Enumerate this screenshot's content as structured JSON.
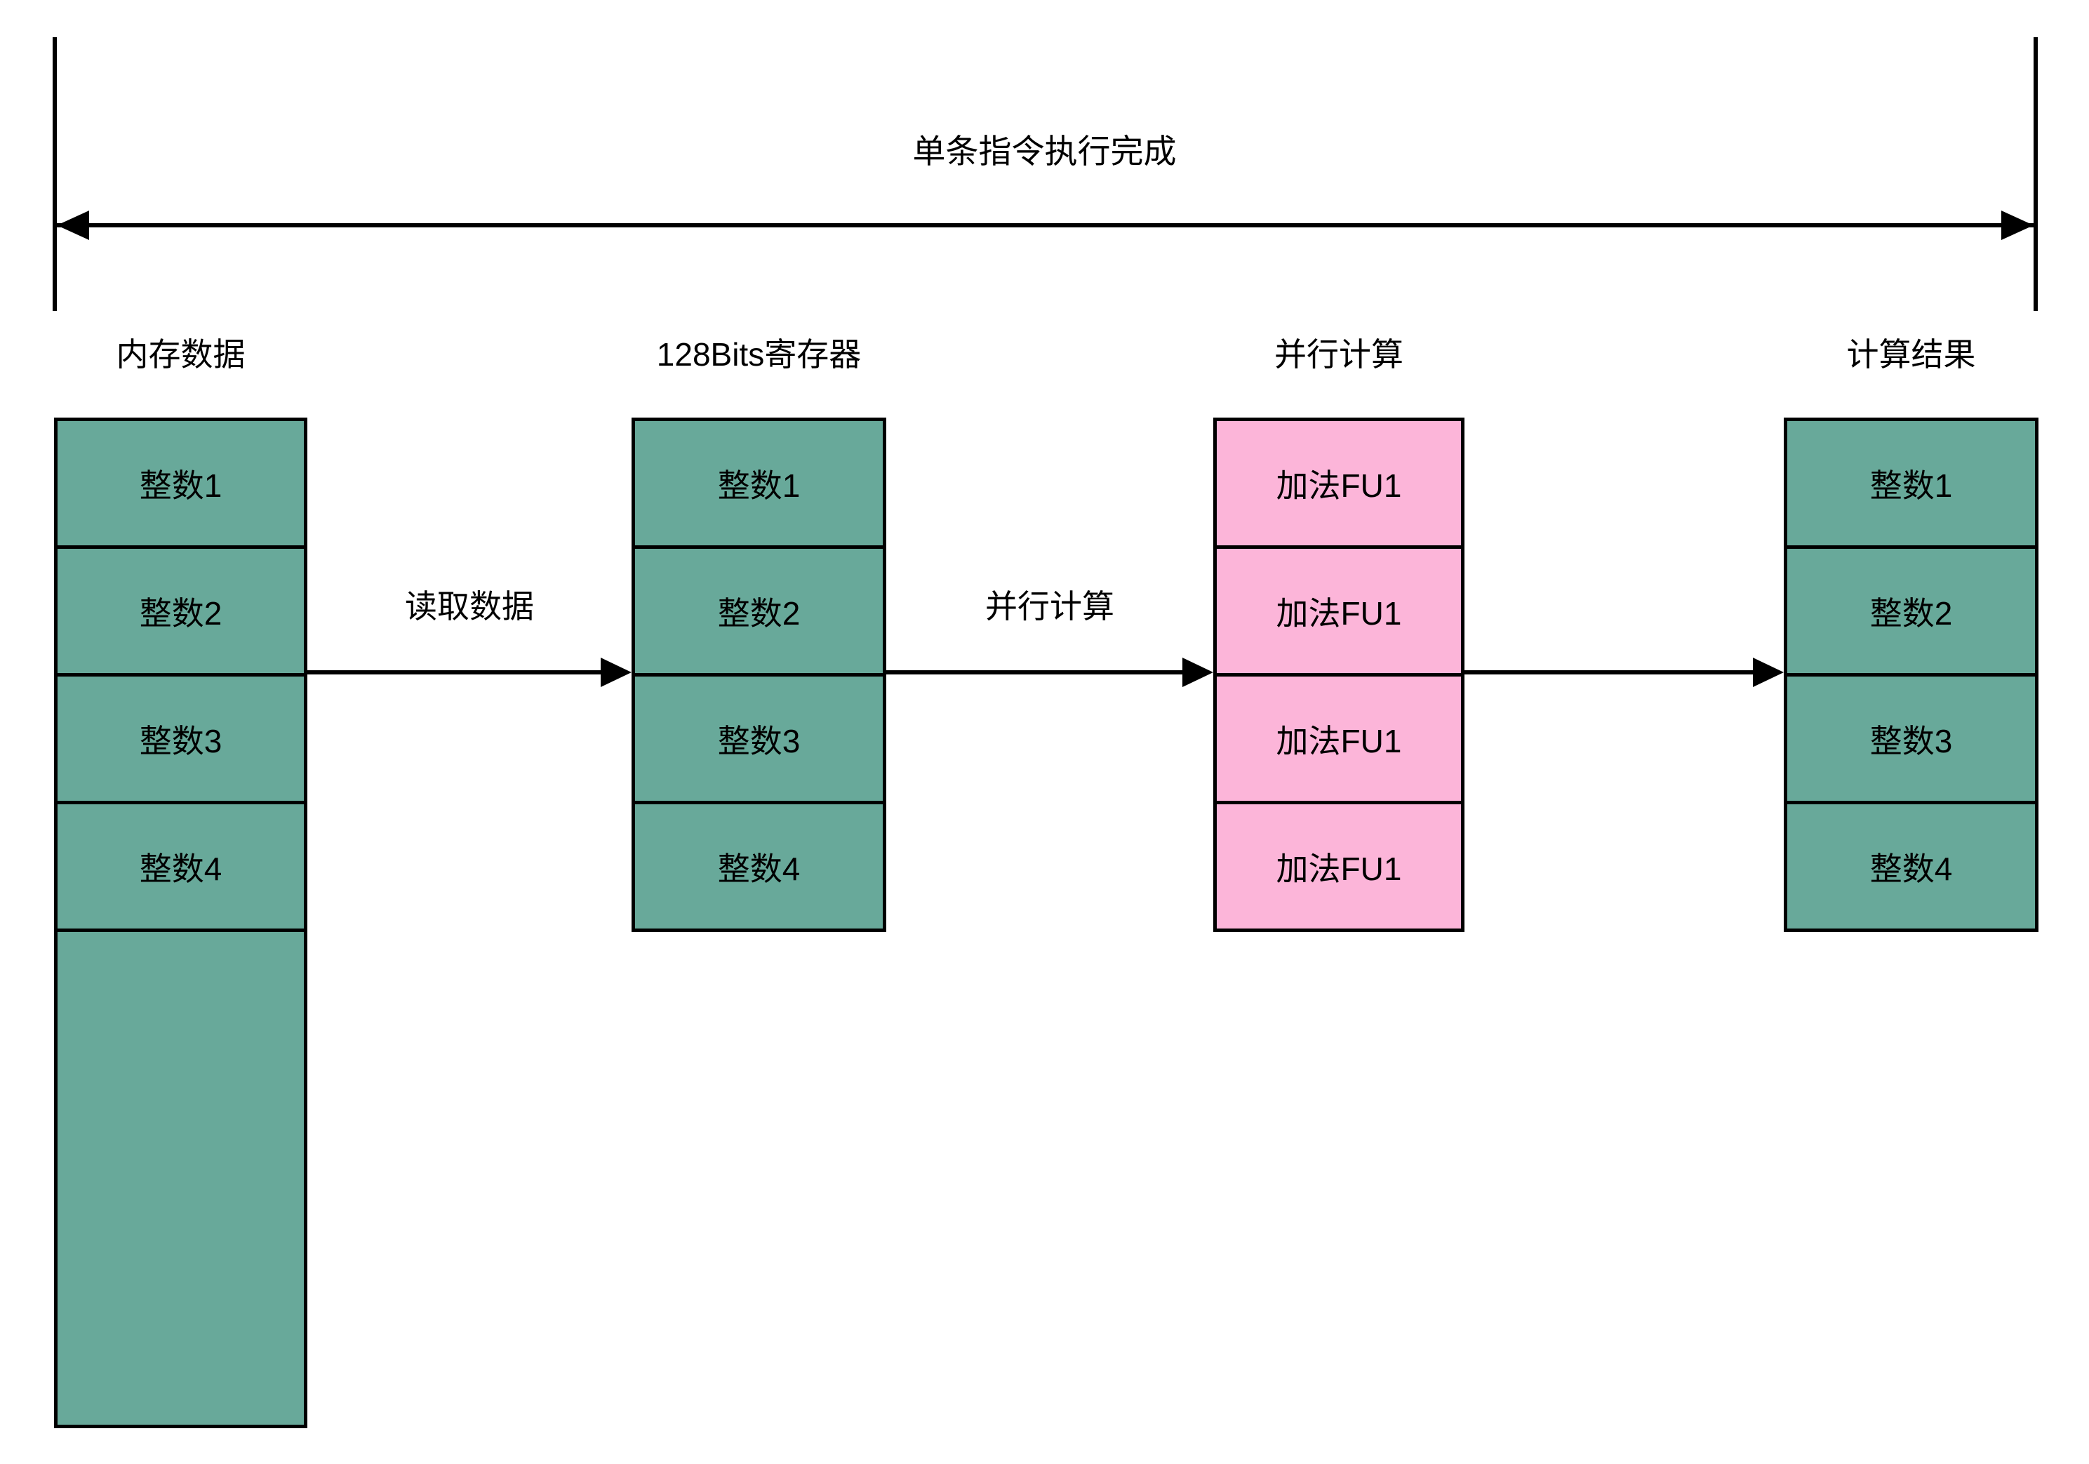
{
  "timeline": {
    "label": "单条指令执行完成"
  },
  "columns": [
    {
      "header": "内存数据",
      "cells": [
        "整数1",
        "整数2",
        "整数3",
        "整数4"
      ]
    },
    {
      "header": "128Bits寄存器",
      "cells": [
        "整数1",
        "整数2",
        "整数3",
        "整数4"
      ]
    },
    {
      "header": "并行计算",
      "cells": [
        "加法FU1",
        "加法FU1",
        "加法FU1",
        "加法FU1"
      ]
    },
    {
      "header": "计算结果",
      "cells": [
        "整数1",
        "整数2",
        "整数3",
        "整数4"
      ]
    }
  ],
  "arrows": [
    {
      "label": "读取数据"
    },
    {
      "label": "并行计算"
    },
    {
      "label": ""
    }
  ],
  "colors": {
    "green": "#68A99A",
    "pink": "#FCB5D9",
    "line": "#000000",
    "background": "#FFFFFF",
    "text": "#000000"
  }
}
